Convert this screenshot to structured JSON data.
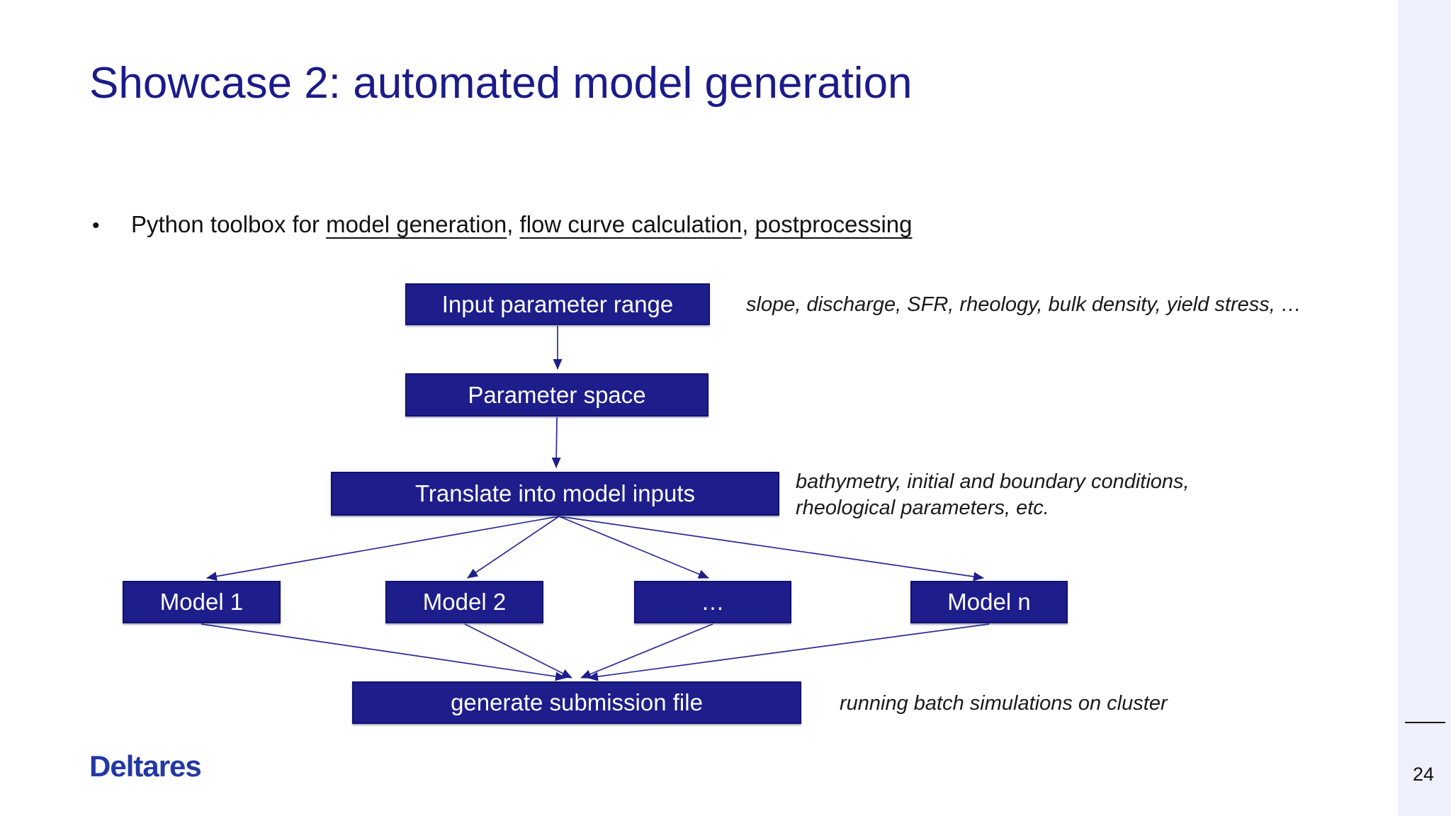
{
  "slide": {
    "title": "Showcase 2: automated model generation",
    "bullet": {
      "marker": "•",
      "prefix": "Python toolbox for ",
      "underlined_1": "model generation",
      "separator_1": ", ",
      "underlined_2": "flow curve calculation",
      "separator_2": ", ",
      "underlined_3": "postprocessing"
    }
  },
  "diagram": {
    "nodes": {
      "input_parameter_range": {
        "label": "Input parameter range"
      },
      "parameter_space": {
        "label": "Parameter space"
      },
      "translate_into_model_inputs": {
        "label": "Translate into model inputs"
      },
      "model_1": {
        "label": "Model 1"
      },
      "model_2": {
        "label": "Model 2"
      },
      "model_ellipsis": {
        "label": "…"
      },
      "model_n": {
        "label": "Model n"
      },
      "generate_submission_file": {
        "label": "generate submission file"
      }
    },
    "edges": [
      {
        "from": "input_parameter_range",
        "to": "parameter_space"
      },
      {
        "from": "parameter_space",
        "to": "translate_into_model_inputs"
      },
      {
        "from": "translate_into_model_inputs",
        "to": "model_1"
      },
      {
        "from": "translate_into_model_inputs",
        "to": "model_2"
      },
      {
        "from": "translate_into_model_inputs",
        "to": "model_ellipsis"
      },
      {
        "from": "translate_into_model_inputs",
        "to": "model_n"
      },
      {
        "from": "model_1",
        "to": "generate_submission_file"
      },
      {
        "from": "model_2",
        "to": "generate_submission_file"
      },
      {
        "from": "model_ellipsis",
        "to": "generate_submission_file"
      },
      {
        "from": "model_n",
        "to": "generate_submission_file"
      }
    ],
    "annotations": {
      "input_parameters": "slope, discharge, SFR, rheology, bulk density, yield stress, …",
      "model_inputs_line1": "bathymetry, initial and boundary conditions,",
      "model_inputs_line2": "rheological parameters, etc.",
      "submission": "running batch simulations on cluster"
    }
  },
  "footer": {
    "logo_text": "Deltares",
    "page_number": "24"
  },
  "colors": {
    "box_fill": "#1d1d8c",
    "box_border": "#12126e",
    "box_text": "#ffffff",
    "title_text": "#1b1b8a",
    "connector": "#2b2b94",
    "logo_blue": "#2438a3",
    "body_text": "#111111",
    "right_strip": "#eef0fb"
  }
}
